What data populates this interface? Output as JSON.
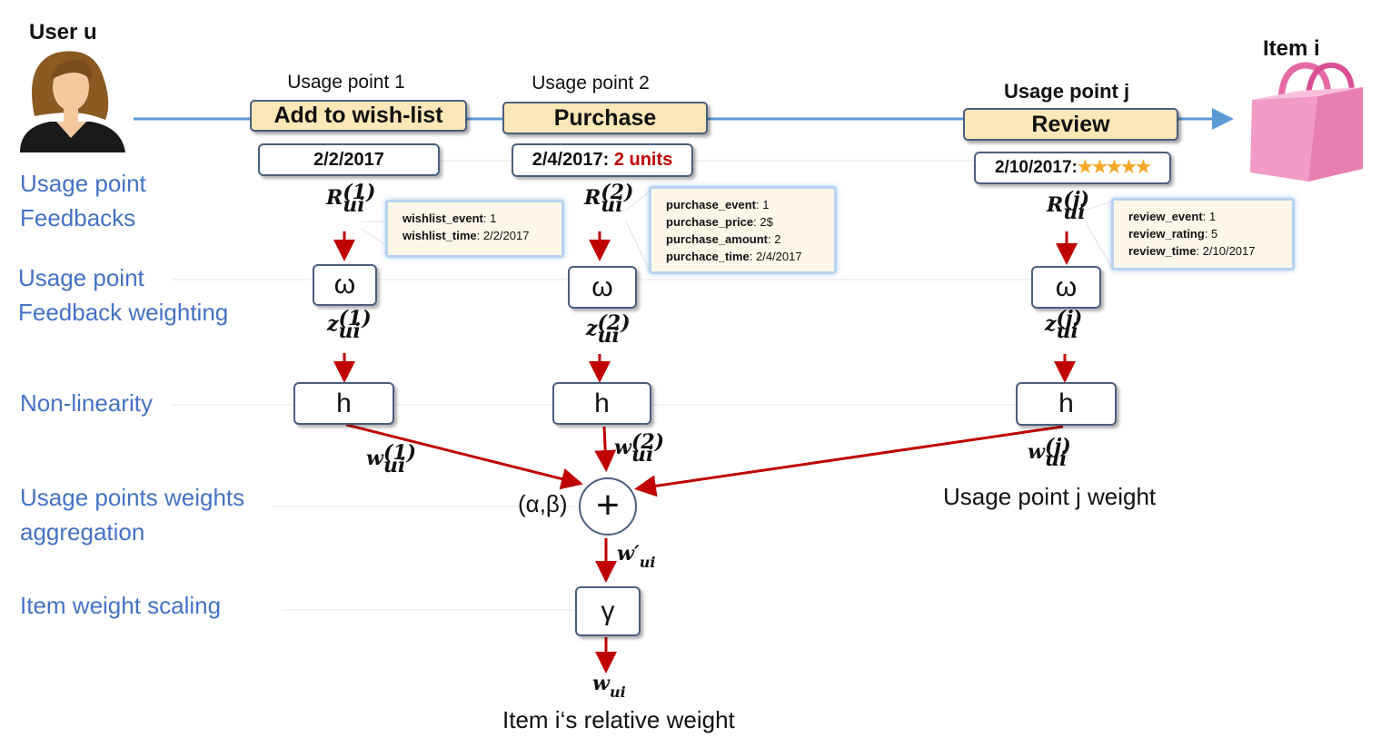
{
  "user": {
    "title": "User u"
  },
  "item": {
    "title": "Item i"
  },
  "usage_points": [
    {
      "label": "Usage point 1",
      "action": "Add to wish-list",
      "date": "2/2/2017",
      "date_extra": "",
      "info": [
        {
          "key": "wishlist_event",
          "value": ": 1"
        },
        {
          "key": "wishlist_time",
          "value": ": 2/2/2017"
        }
      ],
      "r_sup": "(1)",
      "z_sup": "(1)",
      "w_sup": "(1)"
    },
    {
      "label": "Usage point 2",
      "action": "Purchase",
      "date": "2/4/2017:",
      "date_extra": "2 units",
      "info": [
        {
          "key": "purchase_event",
          "value": ": 1"
        },
        {
          "key": "purchase_price",
          "value": ": 2$"
        },
        {
          "key": "purchase_amount",
          "value": ": 2"
        },
        {
          "key": "purchace_time",
          "value": ": 2/4/2017"
        }
      ],
      "r_sup": "(2)",
      "z_sup": "(2)",
      "w_sup": "(2)"
    },
    {
      "label": "Usage point j",
      "action": "Review",
      "date": "2/10/2017:",
      "date_extra": "★★★★★",
      "info": [
        {
          "key": "review_event",
          "value": ": 1"
        },
        {
          "key": "review_rating",
          "value": ": 5"
        },
        {
          "key": "review_time",
          "value": ": 2/10/2017"
        }
      ],
      "r_sup": "(j)",
      "z_sup": "(j)",
      "w_sup": "(j)"
    }
  ],
  "side_labels": {
    "feedbacks": "Usage point\nFeedbacks",
    "weighting": "Usage point\nFeedback weighting",
    "nonlinearity": "Non-linearity",
    "aggregation": "Usage points weights\naggregation",
    "scaling": "Item weight scaling"
  },
  "operators": {
    "omega": "ω",
    "h": "h",
    "plus": "+",
    "gamma": "γ"
  },
  "symbols": {
    "R": "R",
    "z": "z",
    "w": "w",
    "ui": "ui",
    "w_prime": "w′",
    "w_final": "w"
  },
  "alpha_beta": "(α,β)",
  "captions": {
    "point_j_weight": "Usage point j weight",
    "item_relative_weight": "Item i‘s relative weight"
  },
  "colors": {
    "timeline": "#5b9bd5",
    "arrow": "#c00000",
    "label_blue": "#4472c4",
    "action_fill": "#fbe7b7"
  }
}
